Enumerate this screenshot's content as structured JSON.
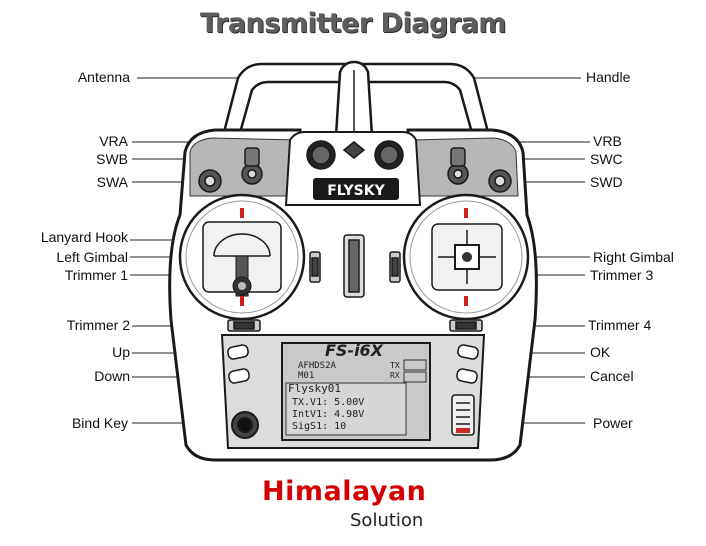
{
  "title": "Transmitter Diagram",
  "brand_plate": "FLYSKY",
  "model_label": "FS-i6X",
  "lcd": {
    "model_code": "AFHDS2A",
    "model_no": "M01",
    "tx": "TX",
    "rx": "RX",
    "model_name": "Flysky01",
    "tx_voltage": "TX.V1: 5.00V",
    "rx_voltage": "IntV1: 4.98V",
    "signal": "SigS1: 10"
  },
  "left_labels": {
    "antenna": "Antenna",
    "vra": "VRA",
    "swb": "SWB",
    "swa": "SWA",
    "lanyard_hook": "Lanyard Hook",
    "left_gimbal": "Left Gimbal",
    "trimmer1": "Trimmer 1",
    "trimmer2": "Trimmer 2",
    "up": "Up",
    "down": "Down",
    "bind_key": "Bind Key"
  },
  "right_labels": {
    "handle": "Handle",
    "vrb": "VRB",
    "swc": "SWC",
    "swd": "SWD",
    "right_gimbal": "Right Gimbal",
    "trimmer3": "Trimmer 3",
    "trimmer4": "Trimmer 4",
    "ok": "OK",
    "cancel": "Cancel",
    "power": "Power"
  },
  "logo": {
    "line1": "Himalayan",
    "line2": "Solution",
    "line1_color": "#d40000"
  },
  "colors": {
    "body": "#ffffff",
    "outline": "#1a1a1a",
    "shade": "#9a9a9a",
    "lcd_bg": "#c9c9c9",
    "gimbal_mark": "#d21e1e"
  }
}
